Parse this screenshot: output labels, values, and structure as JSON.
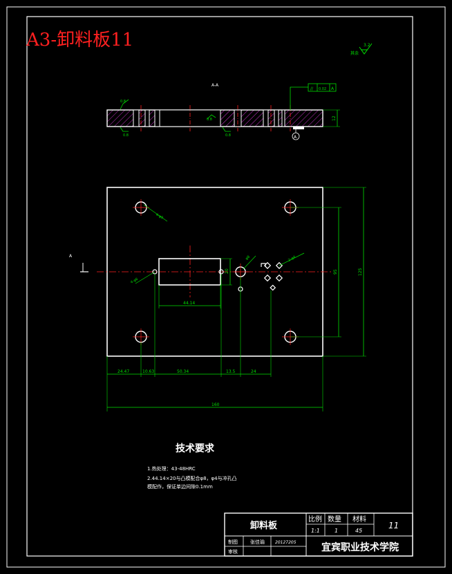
{
  "sheet": {
    "title": "A3-卸料板11",
    "title_color": "#ff2020"
  },
  "section": {
    "view_label": "A-A",
    "datum_label": "A",
    "tolerance_frame": [
      "//",
      "0.02",
      "A"
    ],
    "thickness_dim": "12",
    "labels": [
      "0.8",
      "0.8",
      "0.8",
      "0.8"
    ]
  },
  "plan": {
    "section_mark": "A",
    "callouts": [
      "4-φ9",
      "4-φ6",
      "φ8",
      "2-φ4",
      "A"
    ],
    "dim_vertical": [
      "20",
      "95",
      "125"
    ],
    "dim_horizontal": [
      "44.14",
      "24.47",
      "10.63",
      "50.34",
      "13.5",
      "24",
      "160"
    ]
  },
  "surface_finish": {
    "label": "其余",
    "value": "3.2"
  },
  "technical_requirements": {
    "heading": "技术要求",
    "items": [
      "1.热处理：43-48HRC",
      "2.44.14×20与凸模配合φ8，φ4与冲孔凸",
      "模配作，保证单边间隙0.1mm"
    ]
  },
  "title_block": {
    "part_name": "卸料板",
    "scale_label": "比例",
    "qty_label": "数量",
    "material_label": "材料",
    "drawing_no": "11",
    "scale": "1:1",
    "qty": "1",
    "material": "45",
    "drawn_label": "制图",
    "drawn_by": "张佳瑜",
    "date": "20127205",
    "checked_label": "审核",
    "institution": "宜宾职业技术学院"
  },
  "colors": {
    "outline": "#ffffff",
    "dimension": "#00e000",
    "centerline": "#ff2020",
    "hatch": "#cc33cc",
    "text": "#ffffff"
  }
}
